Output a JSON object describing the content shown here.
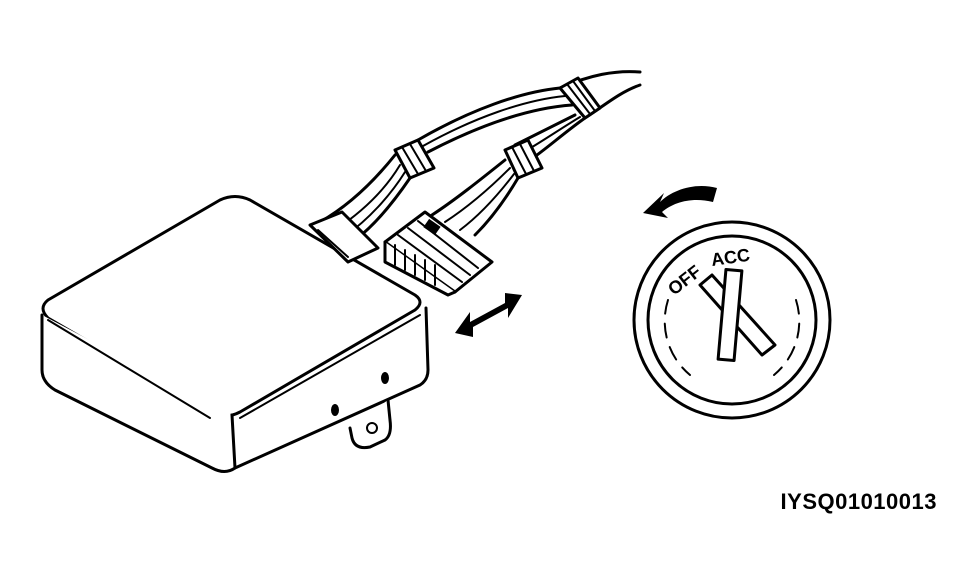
{
  "switch": {
    "label_off": "OFF",
    "label_acc": "ACC"
  },
  "figure_code": "IYSQ01010013"
}
